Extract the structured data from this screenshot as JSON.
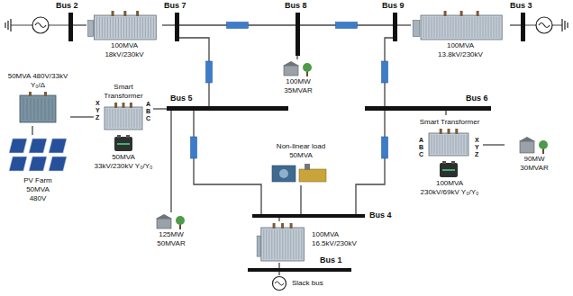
{
  "diagram": {
    "nodes": [
      {
        "text": [
          "Bus 2"
        ]
      },
      {
        "text": [
          "Bus 7"
        ]
      },
      {
        "text": [
          "Bus 8"
        ]
      },
      {
        "text": [
          "Bus 9"
        ]
      },
      {
        "text": [
          "Bus 3"
        ]
      },
      {
        "text": [
          "Bus 5"
        ]
      },
      {
        "text": [
          "Bus 6"
        ]
      },
      {
        "text": [
          "Bus 4"
        ]
      },
      {
        "text": [
          "Bus 1"
        ]
      },
      {
        "text": [
          "100MVA 18kV/230kV"
        ]
      },
      {
        "text": [
          "100MVA 13.8kV/230kV"
        ]
      },
      {
        "text": [
          "100MVA 16.5kV/230kV"
        ]
      },
      {
        "text": [
          "Smart Transformer",
          "50MVA 33kV/230kV Y₀/Y₀"
        ]
      },
      {
        "text": [
          "Smart Transformer",
          "100MVA 230kV/69kV Y₀/Y₀"
        ]
      },
      {
        "text": [
          "50MVA 480V/33kV Y₀/Δ"
        ]
      },
      {
        "text": [
          "PV Farm 50MVA 480V"
        ]
      },
      {
        "text": [
          "100MW 35MVAR"
        ]
      },
      {
        "text": [
          "125MW 50MVAR"
        ]
      },
      {
        "text": [
          "90MW 30MVAR"
        ]
      },
      {
        "text": [
          "Non-linear load 50MVA"
        ]
      },
      {
        "text": [
          "Slack bus"
        ]
      }
    ],
    "edges": [
      {
        "from": 0,
        "to": 9,
        "arrow": "none"
      },
      {
        "from": 9,
        "to": 1,
        "arrow": "none"
      },
      {
        "from": 1,
        "to": 2,
        "arrow": "none"
      },
      {
        "from": 2,
        "to": 3,
        "arrow": "none"
      },
      {
        "from": 3,
        "to": 10,
        "arrow": "none"
      },
      {
        "from": 10,
        "to": 4,
        "arrow": "none"
      },
      {
        "from": 1,
        "to": 5,
        "arrow": "none"
      },
      {
        "from": 3,
        "to": 6,
        "arrow": "none"
      },
      {
        "from": 5,
        "to": 7,
        "arrow": "none"
      },
      {
        "from": 6,
        "to": 7,
        "arrow": "none"
      },
      {
        "from": 7,
        "to": 11,
        "arrow": "none"
      },
      {
        "from": 11,
        "to": 8,
        "arrow": "none"
      },
      {
        "from": 8,
        "to": 20,
        "arrow": "none"
      },
      {
        "from": 5,
        "to": 12,
        "arrow": "none"
      },
      {
        "from": 14,
        "to": 12,
        "arrow": "none"
      },
      {
        "from": 14,
        "to": 15,
        "arrow": "none"
      },
      {
        "from": 6,
        "to": 13,
        "arrow": "none"
      },
      {
        "from": 13,
        "to": 18,
        "arrow": "none"
      },
      {
        "from": 2,
        "to": 16,
        "arrow": "none"
      },
      {
        "from": 5,
        "to": 17,
        "arrow": "none"
      },
      {
        "from": 7,
        "to": 19,
        "arrow": "none"
      }
    ],
    "labels": [
      "A",
      "B",
      "C",
      "X",
      "Y",
      "Z",
      "A",
      "B",
      "C",
      "X",
      "Y",
      "Z"
    ]
  }
}
